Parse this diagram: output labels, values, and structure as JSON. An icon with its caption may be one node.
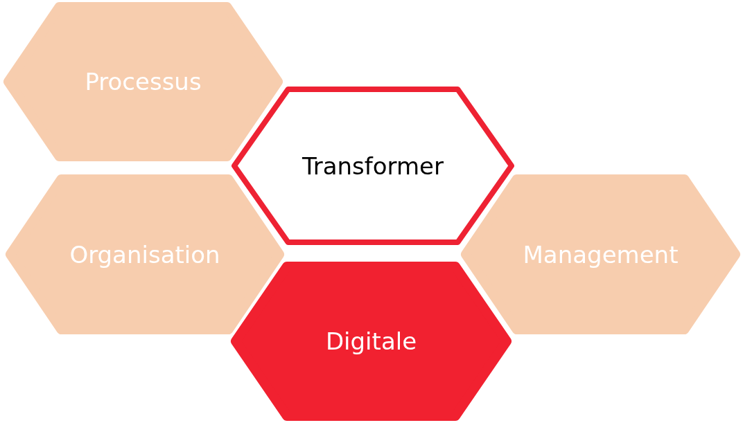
{
  "diagram": {
    "nodes": [
      {
        "text": [
          "Processus"
        ]
      },
      {
        "text": [
          "Transformer"
        ]
      },
      {
        "text": [
          "Organisation"
        ]
      },
      {
        "text": [
          "Management"
        ]
      },
      {
        "text": [
          "Digitale"
        ]
      }
    ]
  }
}
